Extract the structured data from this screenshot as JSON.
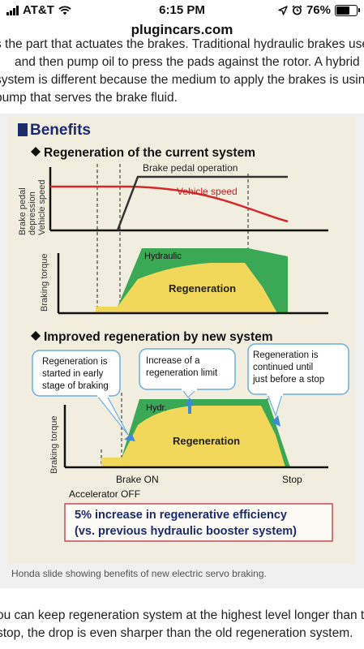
{
  "status_bar": {
    "carrier": "AT&T",
    "time": "6:15 PM",
    "battery": "76%",
    "battery_level": 0.76
  },
  "browser": {
    "url": "plugincars.com"
  },
  "article": {
    "top_lines": [
      "s the part that actuates the brakes. Traditional hydraulic brakes use a",
      "and then pump oil to press the pads against the rotor. A hybrid",
      "system is different because the medium to apply the brakes is using",
      "pump that serves the brake fluid."
    ],
    "bottom_lines": [
      "ou can keep regeneration system at the highest level longer than the",
      "stop, the drop is even sharper than the old regeneration system."
    ]
  },
  "figure": {
    "caption": "Honda slide showing benefits of new electric servo braking.",
    "slide": {
      "heading": "Benefits",
      "section1_title": "Regeneration of the current system",
      "chart1_ylabel_line1": "Brake pedal",
      "chart1_ylabel_line2": "depression",
      "chart1_ylabel_line3": "Vehicle speed",
      "brake_pedal_label": "Brake pedal operation",
      "vehicle_speed_label": "Vehicle speed",
      "chart2_ylabel": "Braking torque",
      "hydraulic_label": "Hydraulic",
      "regeneration_label": "Regeneration",
      "section2_title": "Improved regeneration by new system",
      "callout1_line1": "Regeneration is",
      "callout1_line2": "started in early",
      "callout1_line3": "stage of braking",
      "callout2_line1": "Increase of a",
      "callout2_line2": "regeneration limit",
      "callout3_line1": "Regeneration is",
      "callout3_line2": "continued until",
      "callout3_line3": "just before a stop",
      "chart3_ylabel": "Braking torque",
      "hydr_label": "Hydr.",
      "regeneration_label2": "Regeneration",
      "brake_on_label": "Brake ON",
      "accelerator_off_label": "Accelerator OFF",
      "stop_label": "Stop",
      "result_line1": "5% increase in regenerative efficiency",
      "result_line2": "(vs. previous hydraulic booster system)"
    }
  },
  "colors": {
    "accent_navy": "#1c2a6e",
    "hydraulic_green": "#3aa855",
    "regeneration_yellow": "#f2d85a",
    "vehicle_speed_red": "#d6282a",
    "callout_blue": "#6aaee0",
    "result_border": "#c94a55"
  }
}
